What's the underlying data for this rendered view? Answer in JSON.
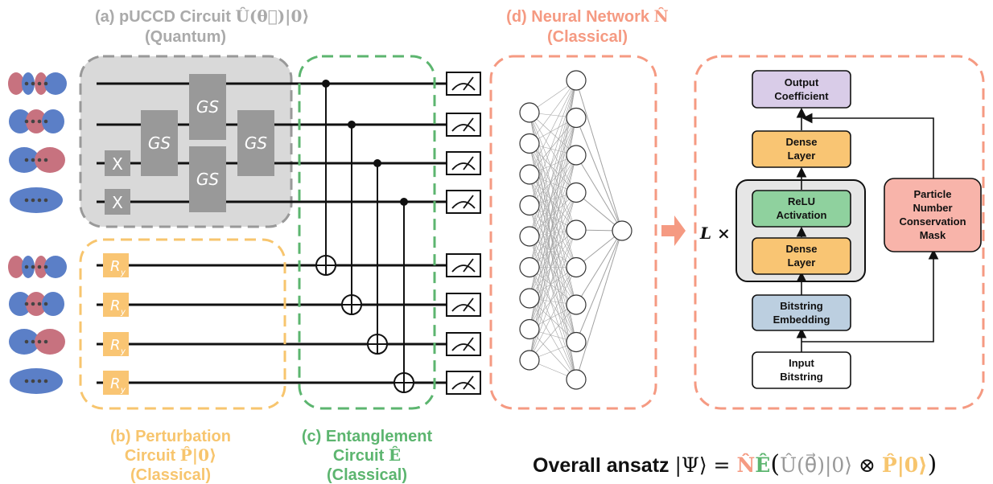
{
  "panel_a": {
    "title_line1": "(a) pUCCD Circuit ",
    "math": "Û(θ⃗)|0⟩",
    "title_line2": "(Quantum)",
    "color": "#aaaaaa"
  },
  "panel_b": {
    "line1": "(b) Perturbation",
    "line2": "Circuit ",
    "math": "P̂|0⟩",
    "line3": "(Classical)",
    "color": "#f7c56e"
  },
  "panel_c": {
    "line1": "(c) Entanglement",
    "line2": "Circuit ",
    "math": "Ê",
    "line3": "(Classical)",
    "color": "#5cb56f"
  },
  "panel_d": {
    "line1": "(d) Neural Network ",
    "math": "N̂",
    "line2": "(Classical)",
    "color": "#f59a82"
  },
  "gates": {
    "gs": "GS",
    "x": "X",
    "ry": "R",
    "ry_sub": "y"
  },
  "network": {
    "output": [
      "Output",
      "Coefficient"
    ],
    "dense": [
      "Dense",
      "Layer"
    ],
    "relu": [
      "ReLU",
      "Activation"
    ],
    "embed": [
      "Bitstring",
      "Embedding"
    ],
    "input": [
      "Input",
      "Bitstring"
    ],
    "mask": [
      "Particle",
      "Number",
      "Conservation",
      "Mask"
    ],
    "repeat": "L ×"
  },
  "ansatz": {
    "label": "Overall ansatz ",
    "psi": "|Ψ⟩ = ",
    "N": "N̂",
    "E": "Ê",
    "U": "Û(θ⃗)|0⟩",
    "otimes": " ⊗ ",
    "P": "P̂|0⟩"
  },
  "colors": {
    "orange_fill": "#f9c573",
    "green_fill": "#8fd19e",
    "purple_fill": "#d9cce8",
    "blue_fill": "#bccfe0",
    "pink_fill": "#f8b4aa",
    "orbital_red": "#c7727f",
    "orbital_blue": "#5b7fc7"
  }
}
